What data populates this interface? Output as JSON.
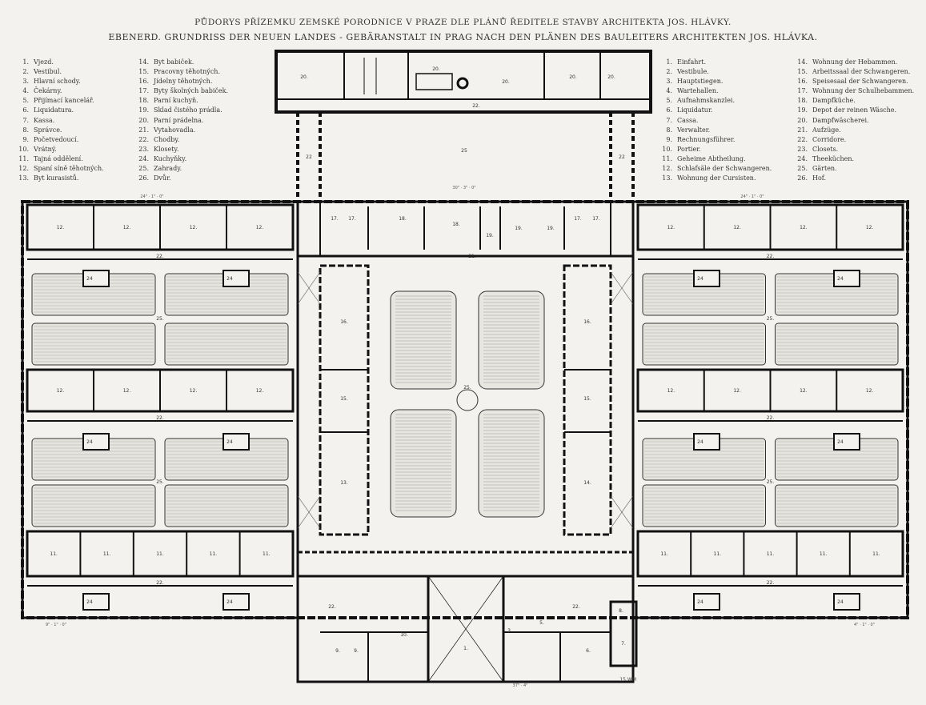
{
  "title_cz": "PŮDORYS PŘÍZEMKU ZEMSKÉ PORODNICE V PRAZE DLE PLÁNŮ ŘEDITELE STAVBY ARCHITEKTA JOS. HLÁVKY.",
  "title_de": "EBENERD. GRUNDRISS DER NEUEN LANDES - GEBÄRANSTALT IN PRAG NACH DEN PLÄNEN DES BAULEITERS ARCHITEKTEN JOS. HLÁVKA.",
  "legend_cz": [
    {
      "n": "1.",
      "t": "Vjezd."
    },
    {
      "n": "2.",
      "t": "Vestibul."
    },
    {
      "n": "3.",
      "t": "Hlavní schody."
    },
    {
      "n": "4.",
      "t": "Čekárny."
    },
    {
      "n": "5.",
      "t": "Přijímací kancelář."
    },
    {
      "n": "6.",
      "t": "Liquidatura."
    },
    {
      "n": "7.",
      "t": "Kassa."
    },
    {
      "n": "8.",
      "t": "Správce."
    },
    {
      "n": "9.",
      "t": "Početvedoucí."
    },
    {
      "n": "10.",
      "t": "Vrátný."
    },
    {
      "n": "11.",
      "t": "Tajná oddělení."
    },
    {
      "n": "12.",
      "t": "Spaní síně těhotných."
    },
    {
      "n": "13.",
      "t": "Byt kurasistů."
    },
    {
      "n": "14.",
      "t": "Byt babiček."
    },
    {
      "n": "15.",
      "t": "Pracovny těhotných."
    },
    {
      "n": "16.",
      "t": "Jídelny těhotných."
    },
    {
      "n": "17.",
      "t": "Byty školných babiček."
    },
    {
      "n": "18.",
      "t": "Parní kuchyň."
    },
    {
      "n": "19.",
      "t": "Sklad čistého prádla."
    },
    {
      "n": "20.",
      "t": "Parní prádelna."
    },
    {
      "n": "21.",
      "t": "Vytahovadla."
    },
    {
      "n": "22.",
      "t": "Chodby."
    },
    {
      "n": "23.",
      "t": "Klosety."
    },
    {
      "n": "24.",
      "t": "Kuchyňky."
    },
    {
      "n": "25.",
      "t": "Zahrady."
    },
    {
      "n": "26.",
      "t": "Dvůr."
    }
  ],
  "legend_de": [
    {
      "n": "1.",
      "t": "Einfahrt."
    },
    {
      "n": "2.",
      "t": "Vestibule."
    },
    {
      "n": "3.",
      "t": "Hauptstiegen."
    },
    {
      "n": "4.",
      "t": "Wartehallen."
    },
    {
      "n": "5.",
      "t": "Aufnahmskanzlei."
    },
    {
      "n": "6.",
      "t": "Liquidatur."
    },
    {
      "n": "7.",
      "t": "Cassa."
    },
    {
      "n": "8.",
      "t": "Verwalter."
    },
    {
      "n": "9.",
      "t": "Rechnungsführer."
    },
    {
      "n": "10.",
      "t": "Portier."
    },
    {
      "n": "11.",
      "t": "Geheime Abtheilung."
    },
    {
      "n": "12.",
      "t": "Schlafsäle der Schwangeren."
    },
    {
      "n": "13.",
      "t": "Wohnung der Cursisten."
    },
    {
      "n": "14.",
      "t": "Wohnung der Hebammen."
    },
    {
      "n": "15.",
      "t": "Arbeitssaal der Schwangeren."
    },
    {
      "n": "16.",
      "t": "Speisesaal der Schwangeren."
    },
    {
      "n": "17.",
      "t": "Wohnung der Schulhebammen."
    },
    {
      "n": "18.",
      "t": "Dampfküche."
    },
    {
      "n": "19.",
      "t": "Depot der reinen Wäsche."
    },
    {
      "n": "20.",
      "t": "Dampfwäscherei."
    },
    {
      "n": "21.",
      "t": "Aufzüge."
    },
    {
      "n": "22.",
      "t": "Corridore."
    },
    {
      "n": "23.",
      "t": "Closets."
    },
    {
      "n": "24.",
      "t": "Theeküchen."
    },
    {
      "n": "25.",
      "t": "Gärten."
    },
    {
      "n": "26.",
      "t": "Hof."
    }
  ],
  "signature": "15 WM"
}
